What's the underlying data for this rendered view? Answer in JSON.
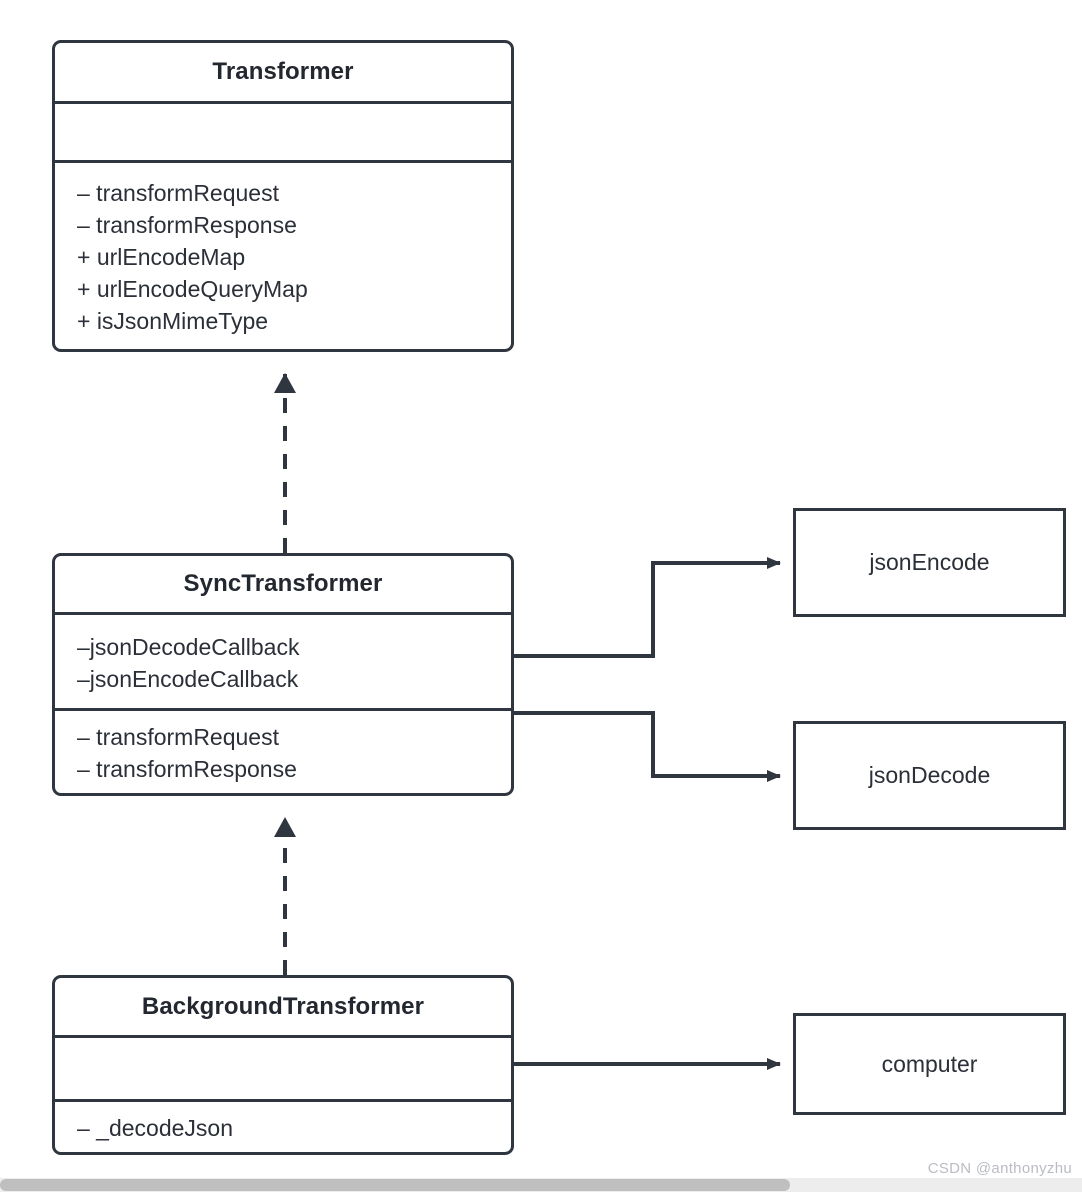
{
  "diagram": {
    "type": "uml-class-diagram",
    "background_color": "#ffffff",
    "stroke_color": "#2f3640",
    "text_color": "#2b2f38",
    "classes": [
      {
        "id": "transformer",
        "name": "Transformer",
        "attributes": [],
        "methods": [
          "– transformRequest",
          "– transformResponse",
          "+ urlEncodeMap",
          "+ urlEncodeQueryMap",
          "+ isJsonMimeType"
        ]
      },
      {
        "id": "sync-transformer",
        "name": "SyncTransformer",
        "attributes": [
          "–jsonDecodeCallback",
          "–jsonEncodeCallback"
        ],
        "methods": [
          "– transformRequest",
          "– transformResponse"
        ]
      },
      {
        "id": "background-transformer",
        "name": "BackgroundTransformer",
        "attributes": [],
        "methods": [
          "– _decodeJson"
        ]
      }
    ],
    "nodes": [
      {
        "id": "json-encode",
        "label": "jsonEncode"
      },
      {
        "id": "json-decode",
        "label": "jsonDecode"
      },
      {
        "id": "computer",
        "label": "computer"
      }
    ],
    "edges": [
      {
        "id": "edge-sync-implements-transformer",
        "from": "sync-transformer",
        "to": "transformer",
        "style": "dashed",
        "arrow": "closed-triangle"
      },
      {
        "id": "edge-background-implements-sync",
        "from": "background-transformer",
        "to": "sync-transformer",
        "style": "dashed",
        "arrow": "closed-triangle"
      },
      {
        "id": "edge-sync-uses-jsonencode",
        "from": "sync-transformer",
        "to": "json-encode",
        "style": "solid",
        "arrow": "filled-arrow"
      },
      {
        "id": "edge-sync-uses-jsondecode",
        "from": "sync-transformer",
        "to": "json-decode",
        "style": "solid",
        "arrow": "filled-arrow"
      },
      {
        "id": "edge-background-uses-computer",
        "from": "background-transformer",
        "to": "computer",
        "style": "solid",
        "arrow": "filled-arrow"
      }
    ]
  },
  "watermark": {
    "text": "CSDN @anthonyzhu"
  }
}
